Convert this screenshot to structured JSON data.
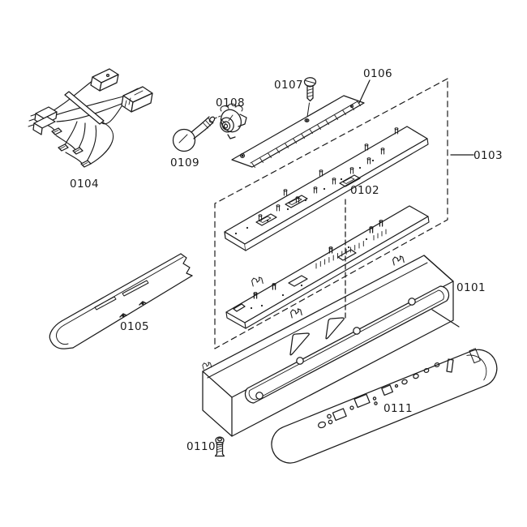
{
  "diagram": {
    "background_color": "#ffffff",
    "line_color": "#1b1b1b",
    "part_labels": {
      "p0101": "0101",
      "p0102": "0102",
      "p0103": "0103",
      "p0104": "0104",
      "p0105": "0105",
      "p0106": "0106",
      "p0107": "0107",
      "p0108": "0108",
      "p0109": "0109",
      "p0110": "0110",
      "p0111": "0111"
    }
  }
}
